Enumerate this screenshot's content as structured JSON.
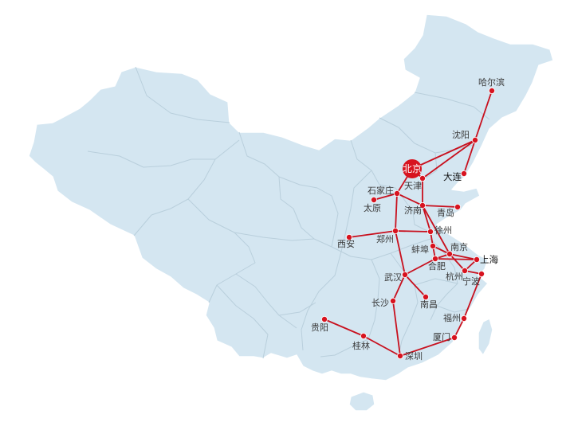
{
  "map": {
    "hub": {
      "name": "北京",
      "id": "beijing"
    },
    "cities": [
      {
        "id": "harbin",
        "name": "哈尔滨"
      },
      {
        "id": "shenyang",
        "name": "沈阳"
      },
      {
        "id": "dalian",
        "name": "大连"
      },
      {
        "id": "tianjin",
        "name": "天津"
      },
      {
        "id": "shijiazhuang",
        "name": "石家庄"
      },
      {
        "id": "taiyuan",
        "name": "太原"
      },
      {
        "id": "jinan",
        "name": "济南"
      },
      {
        "id": "qingdao",
        "name": "青岛"
      },
      {
        "id": "xuzhou",
        "name": "徐州"
      },
      {
        "id": "zhengzhou",
        "name": "郑州"
      },
      {
        "id": "xian",
        "name": "西安"
      },
      {
        "id": "bengbu",
        "name": "蚌埠"
      },
      {
        "id": "nanjing",
        "name": "南京"
      },
      {
        "id": "shanghai",
        "name": "上海"
      },
      {
        "id": "hefei",
        "name": "合肥"
      },
      {
        "id": "hangzhou",
        "name": "杭州"
      },
      {
        "id": "ningbo",
        "name": "宁波"
      },
      {
        "id": "wuhan",
        "name": "武汉"
      },
      {
        "id": "changsha",
        "name": "长沙"
      },
      {
        "id": "nanchang",
        "name": "南昌"
      },
      {
        "id": "fuzhou",
        "name": "福州"
      },
      {
        "id": "xiamen",
        "name": "厦门"
      },
      {
        "id": "guiyang",
        "name": "贵阳"
      },
      {
        "id": "guilin",
        "name": "桂林"
      },
      {
        "id": "shenzhen",
        "name": "深圳"
      }
    ],
    "routes": [
      [
        "beijing",
        "shenyang"
      ],
      [
        "shenyang",
        "harbin"
      ],
      [
        "shenyang",
        "dalian"
      ],
      [
        "beijing",
        "tianjin"
      ],
      [
        "tianjin",
        "shenyang"
      ],
      [
        "beijing",
        "shijiazhuang"
      ],
      [
        "shijiazhuang",
        "taiyuan"
      ],
      [
        "shijiazhuang",
        "zhengzhou"
      ],
      [
        "zhengzhou",
        "wuhan"
      ],
      [
        "wuhan",
        "changsha"
      ],
      [
        "changsha",
        "shenzhen"
      ],
      [
        "tianjin",
        "jinan"
      ],
      [
        "shijiazhuang",
        "jinan"
      ],
      [
        "jinan",
        "qingdao"
      ],
      [
        "jinan",
        "xuzhou"
      ],
      [
        "xuzhou",
        "bengbu"
      ],
      [
        "bengbu",
        "nanjing"
      ],
      [
        "nanjing",
        "shanghai"
      ],
      [
        "xian",
        "zhengzhou"
      ],
      [
        "zhengzhou",
        "xuzhou"
      ],
      [
        "bengbu",
        "hefei"
      ],
      [
        "hefei",
        "wuhan"
      ],
      [
        "wuhan",
        "nanchang"
      ],
      [
        "hefei",
        "nanjing"
      ],
      [
        "shanghai",
        "hangzhou"
      ],
      [
        "nanjing",
        "hangzhou"
      ],
      [
        "hangzhou",
        "ningbo"
      ],
      [
        "ningbo",
        "fuzhou"
      ],
      [
        "fuzhou",
        "xiamen"
      ],
      [
        "xiamen",
        "shenzhen"
      ],
      [
        "guiyang",
        "guilin"
      ],
      [
        "guilin",
        "shenzhen"
      ],
      [
        "hefei",
        "shanghai"
      ],
      [
        "jinan",
        "nanjing"
      ]
    ],
    "colors": {
      "land": "#d4e6f1",
      "border": "#b9cfdc",
      "route": "#c8101e",
      "city": "#d7131f"
    }
  }
}
